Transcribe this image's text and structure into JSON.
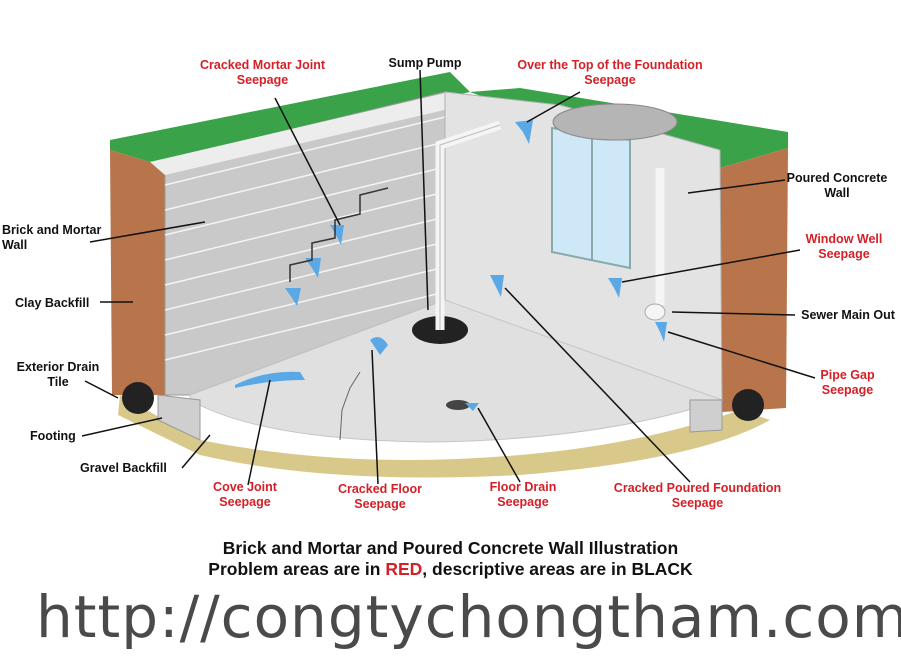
{
  "labels": {
    "cracked_mortar": "Cracked Mortar Joint\nSeepage",
    "sump_pump": "Sump Pump",
    "over_top": "Over the Top of the Foundation\nSeepage",
    "poured_wall": "Poured Concrete\nWall",
    "brick_wall": "Brick and Mortar\nWall",
    "window_well": "Window Well\nSeepage",
    "clay_backfill": "Clay Backfill",
    "sewer_main": "Sewer Main Out",
    "exterior_drain": "Exterior Drain\nTile",
    "pipe_gap": "Pipe Gap\nSeepage",
    "footing": "Footing",
    "gravel_backfill": "Gravel Backfill",
    "cove_joint": "Cove Joint\nSeepage",
    "cracked_floor": "Cracked Floor\nSeepage",
    "floor_drain": "Floor Drain\nSeepage",
    "cracked_poured": "Cracked Poured Foundation\nSeepage"
  },
  "caption": {
    "line1": "Brick and Mortar and Poured Concrete Wall Illustration",
    "line2_a": "Problem areas are in ",
    "line2_red": "RED",
    "line2_b": ", descriptive areas are in BLACK"
  },
  "watermark": "http://congtychongtham.com",
  "colors": {
    "problem": "#d42027",
    "descriptive": "#111111",
    "grass": "#3aa34a",
    "clay": "#b8744a",
    "gravel": "#d8c98a",
    "concrete": "#dcdcdc",
    "water": "#5aa9e6"
  }
}
